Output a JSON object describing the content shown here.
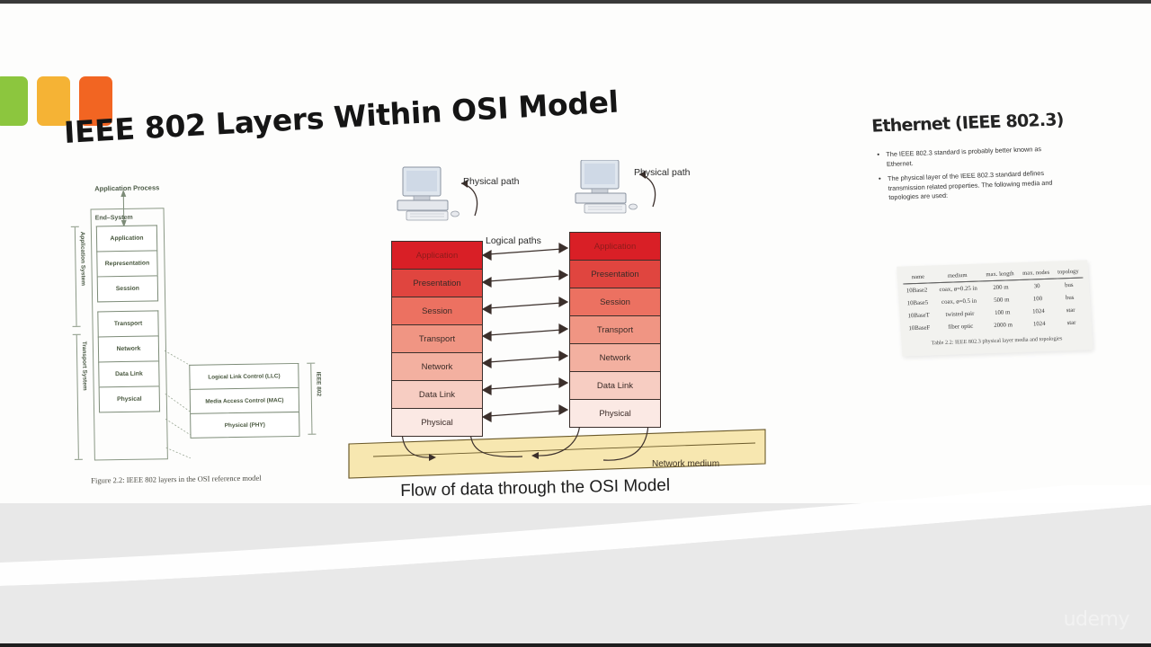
{
  "slide": {
    "title": "IEEE 802 Layers Within OSI Model",
    "watermark": "udemy"
  },
  "brand_squares": [
    {
      "name": "green-square",
      "color": "#8CC63E"
    },
    {
      "name": "yellow-square",
      "color": "#F5B335"
    },
    {
      "name": "orange-square",
      "color": "#F26522"
    }
  ],
  "left_figure": {
    "app_process_label": "Application Process",
    "end_system_label": "End–System",
    "bracket_upper": "Application System",
    "bracket_lower": "Transport System",
    "osi_cells_upper": [
      "Application",
      "Representation",
      "Session"
    ],
    "osi_cells_lower": [
      "Transport",
      "Network",
      "Data Link",
      "Physical"
    ],
    "ieee_sublayers": [
      "Logical Link Control (LLC)",
      "Media Access Control (MAC)",
      "Physical (PHY)"
    ],
    "ieee_bracket_label": "IEEE 802",
    "caption": "Figure 2.2: IEEE 802 layers in the OSI reference model"
  },
  "center_figure": {
    "physical_path_left": "Physical path",
    "physical_path_right": "Physical path",
    "logical_paths_label": "Logical paths",
    "network_medium_label": "Network medium",
    "flow_caption": "Flow of data through the OSI Model",
    "layers": [
      {
        "name": "Application",
        "color": "#D91F26"
      },
      {
        "name": "Presentation",
        "color": "#E0453F"
      },
      {
        "name": "Session",
        "color": "#EC7161"
      },
      {
        "name": "Transport",
        "color": "#F09583"
      },
      {
        "name": "Network",
        "color": "#F3B0A0"
      },
      {
        "name": "Data Link",
        "color": "#F7CDC2"
      },
      {
        "name": "Physical",
        "color": "#FBE9E4"
      }
    ],
    "medium_color": "#F7E7B0"
  },
  "right_panel": {
    "title": "Ethernet (IEEE 802.3)",
    "bullets": [
      "The IEEE 802.3 standard is probably better known as Ethernet.",
      "The physical layer of the IEEE 802.3 standard defines transmission related properties. The following media and topologies are used:"
    ],
    "table": {
      "headers": [
        "name",
        "medium",
        "max. length",
        "max. nodes",
        "topology"
      ],
      "rows": [
        [
          "10Base2",
          "coax, ø=0.25 in",
          "200 m",
          "30",
          "bus"
        ],
        [
          "10Base5",
          "coax, ø=0.5 in",
          "500 m",
          "100",
          "bus"
        ],
        [
          "10BaseT",
          "twisted pair",
          "100 m",
          "1024",
          "star"
        ],
        [
          "10BaseF",
          "fiber optic",
          "2000 m",
          "1024",
          "star"
        ]
      ],
      "caption": "Table 2.2: IEEE 802.3 physical layer media and topologies"
    }
  }
}
